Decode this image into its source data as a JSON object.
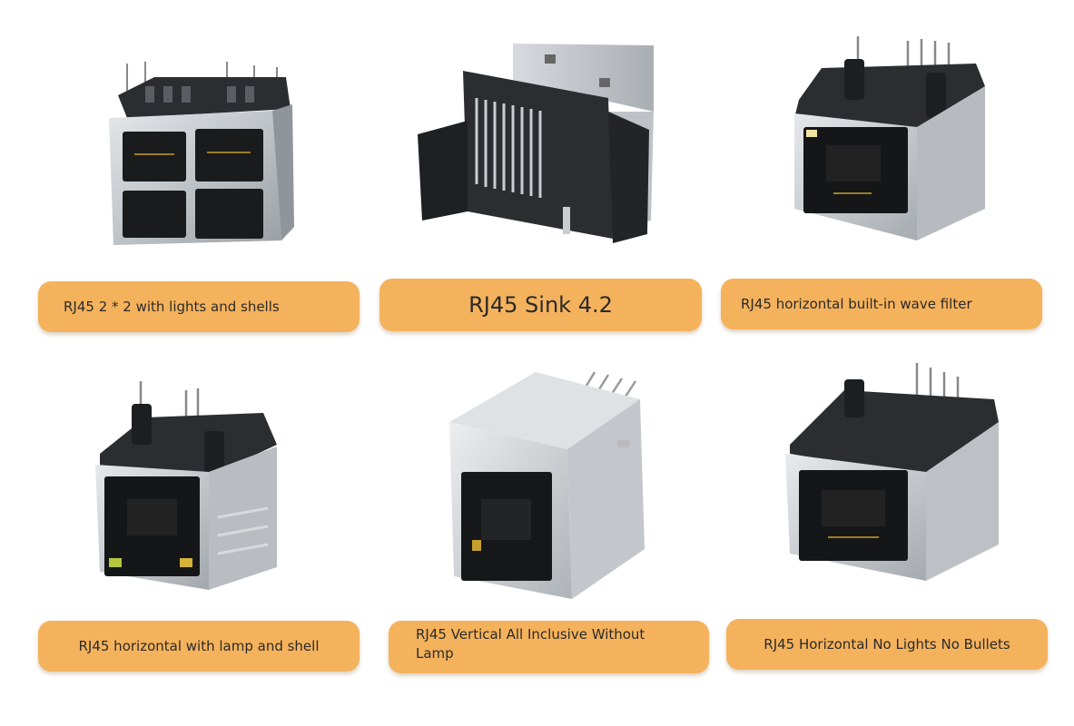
{
  "products": [
    {
      "label": "RJ45 2 * 2 with lights and shells",
      "icon": "rj45-2x2-stacked-connector"
    },
    {
      "label": "RJ45 Sink 4.2",
      "icon": "rj45-sink-connector"
    },
    {
      "label": "RJ45 horizontal built-in wave filter",
      "icon": "rj45-horizontal-filter-connector"
    },
    {
      "label": "RJ45 horizontal with lamp and shell",
      "icon": "rj45-horizontal-lamp-connector"
    },
    {
      "label": "RJ45 Vertical All Inclusive Without Lamp",
      "icon": "rj45-vertical-connector"
    },
    {
      "label": "RJ45 Horizontal No Lights No Bullets",
      "icon": "rj45-horizontal-plain-connector"
    }
  ],
  "colors": {
    "label_background": "#f5b25c",
    "label_text": "#2a2a2a",
    "metal_shell": "#c9cdd1",
    "plastic_body": "#2b2d30"
  }
}
